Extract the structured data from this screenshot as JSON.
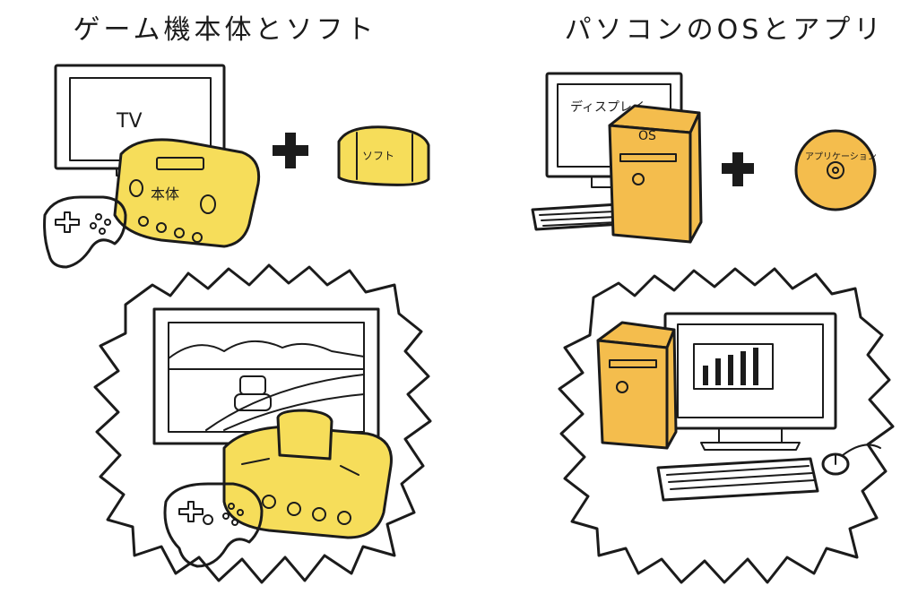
{
  "left_panel": {
    "title": "ゲーム機本体とソフト",
    "tv_label": "TV",
    "console_label": "本体",
    "cartridge_label": "ソフト"
  },
  "right_panel": {
    "title": "パソコンのOSとアプリ",
    "display_label": "ディスプレイ",
    "tower_label": "OS",
    "disc_label": "アプリケーション"
  },
  "colors": {
    "game_yellow": "#f6dd5a",
    "pc_orange": "#f4bd4d",
    "ink": "#1b1b1b"
  }
}
